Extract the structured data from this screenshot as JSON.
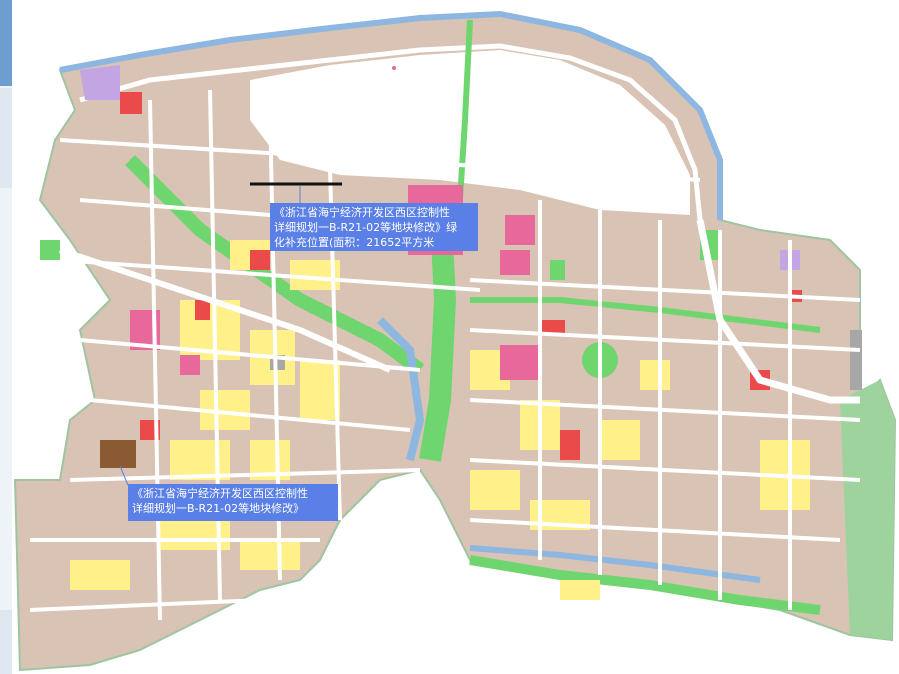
{
  "map": {
    "title": "",
    "colors": {
      "residential": "#d8c3b4",
      "commercial": "#fff08a",
      "pink": "#e8689c",
      "red": "#ea4a4a",
      "green": "#6fd56f",
      "water": "#8db7e0",
      "purple": "#c3a5e3",
      "gray": "#a7a7a7",
      "road": "#ffffff",
      "brown": "#8a5a33"
    }
  },
  "callouts": [
    {
      "lines": [
        "《浙江省海宁经济开发区西区控制性",
        "详细规划一B-R21-02等地块修改》绿",
        "化补充位置(面积：21652平方米"
      ]
    },
    {
      "lines": [
        "《浙江省海宁经济开发区西区控制性",
        "详细规划一B-R21-02等地块修改》"
      ]
    }
  ]
}
